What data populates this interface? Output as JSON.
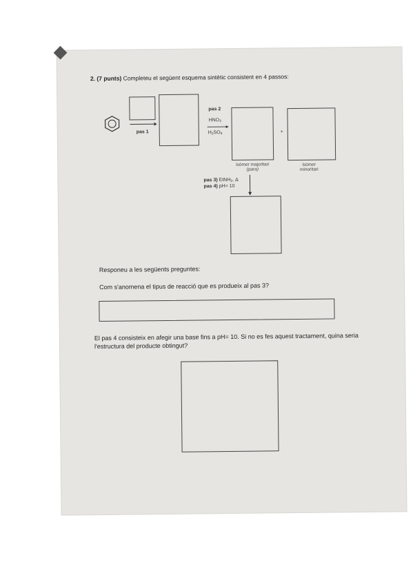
{
  "question": {
    "number": "2.",
    "points": "(7 punts)",
    "text": "Completeu el següent esquema sintètic consistent en 4 passos:"
  },
  "scheme": {
    "step1": "pas 1",
    "step2": "pas 2",
    "reagent1": "HNO",
    "reagent1_sub": "3",
    "reagent2_a": "H",
    "reagent2_sub1": "2",
    "reagent2_b": "SO",
    "reagent2_sub2": "4",
    "plus": "+",
    "major_line1": "isòmer majoritari",
    "major_line2": "(para)",
    "minor_line1": "isòmer",
    "minor_line2": "minoritari",
    "step3_label": "pas 3)",
    "step3_reagent": "EtNH",
    "step3_sub": "2",
    "step3_cond": ", Δ",
    "step4_label": "pas 4)",
    "step4_cond": "pH= 10"
  },
  "answers_intro": "Responeu a les següents preguntes:",
  "q_a": "Com s'anomena el tipus de reacció que es produeix al pas 3?",
  "q_b": "El pas 4 consisteix en afegir una base fins a pH= 10. Si no es fes aquest tractament, quina seria l'estructura del producte obtingut?"
}
